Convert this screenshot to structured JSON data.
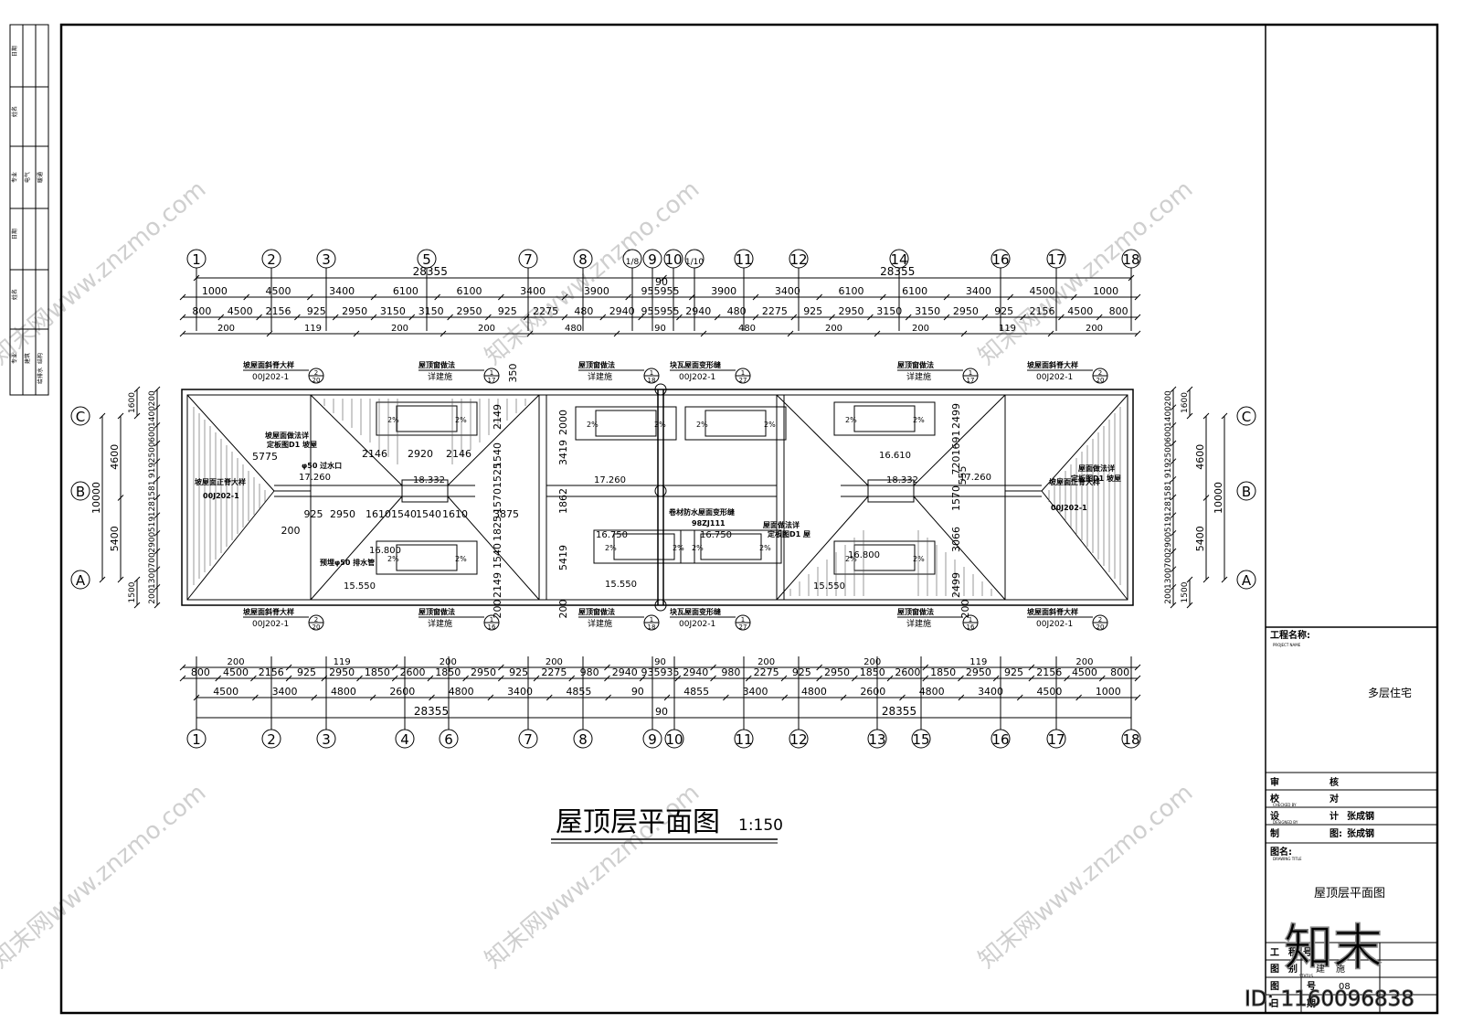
{
  "drawing_title": "屋顶层平面图",
  "drawing_scale": "1:150",
  "left_column_labels": [
    "日期",
    "姓名",
    "专业",
    "电气",
    "暖通",
    "日期",
    "姓名",
    "专业",
    "建筑",
    "结构",
    "给排水"
  ],
  "top_axes": [
    "1",
    "2",
    "3",
    "5",
    "7",
    "8",
    "1/8",
    "9",
    "10",
    "1/10",
    "11",
    "12",
    "14",
    "16",
    "17",
    "18"
  ],
  "bottom_axes": [
    "1",
    "2",
    "3",
    "4",
    "6",
    "7",
    "8",
    "9",
    "10",
    "11",
    "12",
    "13",
    "15",
    "16",
    "17",
    "18"
  ],
  "side_axes": [
    "C",
    "B",
    "A"
  ],
  "dim_total": [
    "28355",
    "28355"
  ],
  "dim_top_center": "90",
  "dim_top_row1": [
    "1000",
    "4500",
    "3400",
    "6100",
    "6100",
    "3400",
    "3900",
    "955955",
    "3900",
    "3400",
    "6100",
    "6100",
    "3400",
    "4500",
    "1000"
  ],
  "dim_top_row2": [
    "800",
    "4500",
    "2156",
    "925",
    "2950",
    "3150",
    "3150",
    "2950",
    "925",
    "2275",
    "480",
    "2940",
    "955955",
    "2940",
    "480",
    "2275",
    "925",
    "2950",
    "3150",
    "3150",
    "2950",
    "925",
    "2156",
    "4500",
    "800"
  ],
  "dim_top_row3": [
    "200",
    "119",
    "200",
    "200",
    "480",
    "90",
    "480",
    "200",
    "200",
    "119",
    "200"
  ],
  "dim_bottom_row1": [
    "200",
    "119",
    "200",
    "200",
    "90",
    "200",
    "200",
    "119",
    "200"
  ],
  "dim_bottom_row2": [
    "800",
    "4500",
    "2156",
    "925",
    "2950",
    "1850",
    "2600",
    "1850",
    "2950",
    "925",
    "2275",
    "980",
    "2940",
    "935935",
    "2940",
    "980",
    "2275",
    "925",
    "2950",
    "1850",
    "2600",
    "1850",
    "2950",
    "925",
    "2156",
    "4500",
    "800"
  ],
  "dim_bottom_row3": [
    "4500",
    "3400",
    "4800",
    "2600",
    "4800",
    "3400",
    "4855",
    "90",
    "4855",
    "3400",
    "4800",
    "2600",
    "4800",
    "3400",
    "4500",
    "1000"
  ],
  "dim_bottom_center": "90",
  "left_dims_outer": [
    "10000"
  ],
  "left_dims_mid": [
    "4600",
    "5400"
  ],
  "left_dims_inner": [
    "200",
    "1400",
    "600",
    "2500",
    "919",
    "581",
    "1281",
    "519",
    "2900",
    "700",
    "1300",
    "200"
  ],
  "left_dims_extra": [
    "1600",
    "1500"
  ],
  "right_dims_outer": [
    "10000"
  ],
  "right_dims_mid": [
    "4600",
    "5400"
  ],
  "right_dims_inner": [
    "200",
    "1400",
    "600",
    "2500",
    "919",
    "581",
    "1281",
    "519",
    "2900",
    "700",
    "1300",
    "200"
  ],
  "right_dims_extra": [
    "1600",
    "1500"
  ],
  "callouts": [
    {
      "text": "坡屋面斜脊大样",
      "ref": "00J202-1",
      "num": "2",
      "sheet": "20"
    },
    {
      "text": "屋顶窗做法",
      "ref": "详建施",
      "num": "1",
      "sheet": "17"
    },
    {
      "text": "屋顶窗做法",
      "ref": "详建施",
      "num": "1",
      "sheet": "18"
    },
    {
      "text": "块瓦屋面变形缝",
      "ref": "00J202-1",
      "num": "1",
      "sheet": "27"
    },
    {
      "text": "屋顶窗做法",
      "ref": "详建施",
      "num": "1",
      "sheet": "17"
    },
    {
      "text": "坡屋面斜脊大样",
      "ref": "00J202-1",
      "num": "2",
      "sheet": "20"
    },
    {
      "text": "坡屋面斜脊大样",
      "ref": "00J202-1",
      "num": "2",
      "sheet": "20"
    },
    {
      "text": "屋顶窗做法",
      "ref": "详建施",
      "num": "1",
      "sheet": "16"
    },
    {
      "text": "屋顶窗做法",
      "ref": "详建施",
      "num": "1",
      "sheet": "18"
    },
    {
      "text": "块瓦屋面变形缝",
      "ref": "00J202-1",
      "num": "1",
      "sheet": "27"
    },
    {
      "text": "屋顶窗做法",
      "ref": "详建施",
      "num": "1",
      "sheet": "16"
    },
    {
      "text": "坡屋面斜脊大样",
      "ref": "00J202-1",
      "num": "2",
      "sheet": "20"
    }
  ],
  "notes": {
    "roof_method_l": "坡屋面做法详",
    "roof_method_l2": "定板图D1 坡屋",
    "ridge_l": "坡屋面正脊大样",
    "ridge_l_ref": "00J202-1",
    "ridge_r": "坡屋面正脊大样",
    "ridge_r_ref": "00J202-1",
    "roof_method_r": "屋面做法详",
    "roof_method_r2": "定板图D1 坡屋",
    "roof_method_c": "屋面做法详",
    "roof_method_c2": "定板图D1 屋",
    "seam": "卷材防水屋面变形缝",
    "seam_ref": "98ZJ111",
    "outlet": "φ50 过水口",
    "pipe": "预埋φ50 排水管"
  },
  "levels": [
    "17.260",
    "18.332",
    "16.800",
    "15.550",
    "17.260",
    "16.750",
    "16.750",
    "15.550",
    "16.610",
    "18.332",
    "17.260",
    "16.800",
    "15.550"
  ],
  "slopes": [
    "2%"
  ],
  "inner_dims": [
    "5775",
    "2146",
    "2920",
    "2146",
    "925",
    "2950",
    "200",
    "1610",
    "1540",
    "1540",
    "1610",
    "3875",
    "2149",
    "1540",
    "1525",
    "1570",
    "1825",
    "1540",
    "2149",
    "200",
    "350",
    "2000",
    "3419",
    "1862",
    "5419",
    "200",
    "2499",
    "7201691",
    "555",
    "1570",
    "3066",
    "2499",
    "200"
  ],
  "title_block": {
    "project_label": "工程名称:",
    "project_label_en": "PROJECT NAME",
    "project_name": "多层住宅",
    "review": "审",
    "review2": "核",
    "check": "校",
    "check2": "对",
    "check_en": "CHECKED BY",
    "design": "设",
    "design2": "计",
    "design_en": "DESIGNED BY",
    "designer": "张成钢",
    "draw": "制",
    "draw2": "图:",
    "drafter": "张成钢",
    "title_label": "图名:",
    "title_label_en": "DRAWING TITLE",
    "title_value": "屋顶层平面图",
    "job_label": "工",
    "job_label2": "程",
    "job_label3": "号",
    "status_label": "图",
    "status_label2": "别",
    "status_en": "STATUS",
    "status_value": "建",
    "status_value2": "施",
    "sheet_label": "图",
    "sheet_label2": "号",
    "sheet_value": "08",
    "date_label": "日",
    "date_label2": "期"
  },
  "watermark": "知末网www.znzmo.com",
  "stamp_logo": "知末",
  "stamp_id": "ID: 1160096838"
}
